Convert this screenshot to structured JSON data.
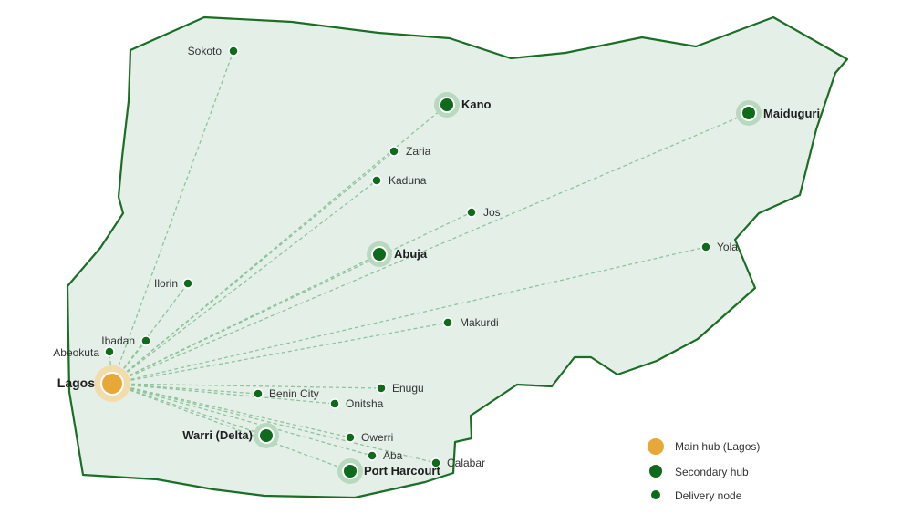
{
  "colors": {
    "land_fill": "#e4f0e7",
    "border": "#1a6e25",
    "route": "#8fc39c",
    "node": "#0f6a1c",
    "main_hub": "#e8a838",
    "halo_green": "#b9d9bf",
    "halo_main": "#f3dcac"
  },
  "main_hub": {
    "name": "Lagos"
  },
  "hubs": [
    {
      "name": "Kano"
    },
    {
      "name": "Maiduguri"
    },
    {
      "name": "Abuja"
    },
    {
      "name": "Warri (Delta)"
    },
    {
      "name": "Port Harcourt"
    }
  ],
  "nodes": [
    {
      "name": "Sokoto"
    },
    {
      "name": "Zaria"
    },
    {
      "name": "Kaduna"
    },
    {
      "name": "Jos"
    },
    {
      "name": "Yola"
    },
    {
      "name": "Ilorin"
    },
    {
      "name": "Makurdi"
    },
    {
      "name": "Ibadan"
    },
    {
      "name": "Abeokuta"
    },
    {
      "name": "Enugu"
    },
    {
      "name": "Benin City"
    },
    {
      "name": "Onitsha"
    },
    {
      "name": "Owerri"
    },
    {
      "name": "Aba"
    },
    {
      "name": "Calabar"
    }
  ],
  "legend": {
    "main_hub": "Main hub (Lagos)",
    "secondary_hub": "Secondary hub",
    "delivery_node": "Delivery node"
  }
}
